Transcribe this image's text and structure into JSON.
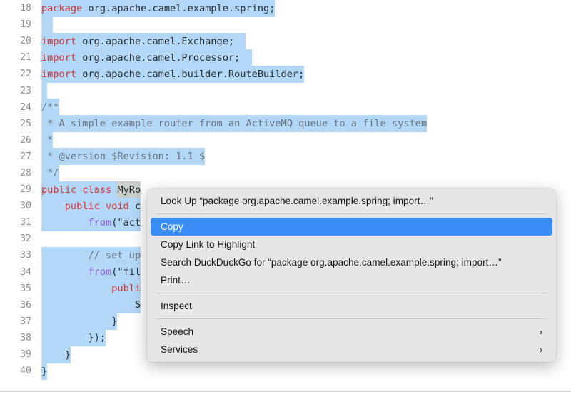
{
  "editor": {
    "first_line_number": 18,
    "selection_color": "#b3d7f7",
    "keyword_color": "#d13434",
    "method_color": "#8855dd",
    "comment_color": "#6a737d",
    "lines": [
      {
        "num": "18",
        "tokens": [
          {
            "t": "package",
            "c": "k",
            "sel": true
          },
          {
            "t": " org.apache.camel.example.spring;",
            "c": "p",
            "sel": true
          }
        ]
      },
      {
        "num": "19",
        "tokens": [
          {
            "t": "  ",
            "c": "p",
            "sel": true
          }
        ]
      },
      {
        "num": "20",
        "tokens": [
          {
            "t": "import",
            "c": "k",
            "sel": true
          },
          {
            "t": " org.apache.camel.Exchange;  ",
            "c": "p",
            "sel": true
          }
        ]
      },
      {
        "num": "21",
        "tokens": [
          {
            "t": "import",
            "c": "k",
            "sel": true
          },
          {
            "t": " org.apache.camel.Processor;  ",
            "c": "p",
            "sel": true
          }
        ]
      },
      {
        "num": "22",
        "tokens": [
          {
            "t": "import",
            "c": "k",
            "sel": true
          },
          {
            "t": " org.apache.camel.builder.RouteBuilder;",
            "c": "p",
            "sel": true
          }
        ]
      },
      {
        "num": "23",
        "tokens": [
          {
            "t": " ",
            "c": "p",
            "sel": true
          }
        ]
      },
      {
        "num": "24",
        "tokens": [
          {
            "t": "/**",
            "c": "c",
            "sel": true
          }
        ]
      },
      {
        "num": "25",
        "tokens": [
          {
            "t": " * A simple example router from an ActiveMQ queue to a file system",
            "c": "c",
            "sel": true
          }
        ]
      },
      {
        "num": "26",
        "tokens": [
          {
            "t": " *",
            "c": "c",
            "sel": true
          }
        ]
      },
      {
        "num": "27",
        "tokens": [
          {
            "t": " * @version $Revision: 1.1 $",
            "c": "c",
            "sel": true
          }
        ]
      },
      {
        "num": "28",
        "tokens": [
          {
            "t": " */",
            "c": "c",
            "sel": true
          }
        ]
      },
      {
        "num": "29",
        "tokens": [
          {
            "t": "public class ",
            "c": "k",
            "sel": true
          },
          {
            "t": "MyRo",
            "c": "p",
            "sel": true,
            "hl": true
          }
        ]
      },
      {
        "num": "30",
        "tokens": [
          {
            "t": "    ",
            "c": "p",
            "sel": true
          },
          {
            "t": "public void ",
            "c": "k",
            "sel": true
          },
          {
            "t": "c",
            "c": "p",
            "sel": true
          }
        ]
      },
      {
        "num": "31",
        "tokens": [
          {
            "t": "        ",
            "c": "p",
            "sel": true
          },
          {
            "t": "from",
            "c": "m",
            "sel": true
          },
          {
            "t": "(\"act",
            "c": "p",
            "sel": true
          }
        ]
      },
      {
        "num": "32",
        "tokens": [
          {
            "t": "                                           ",
            "c": "p",
            "sel": false
          }
        ]
      },
      {
        "num": "33",
        "tokens": [
          {
            "t": "        ",
            "c": "p",
            "sel": true
          },
          {
            "t": "// set up",
            "c": "c",
            "sel": true
          }
        ]
      },
      {
        "num": "34",
        "tokens": [
          {
            "t": "        ",
            "c": "p",
            "sel": true
          },
          {
            "t": "from",
            "c": "m",
            "sel": true
          },
          {
            "t": "(\"fil",
            "c": "p",
            "sel": true
          }
        ]
      },
      {
        "num": "35",
        "tokens": [
          {
            "t": "            ",
            "c": "p",
            "sel": true
          },
          {
            "t": "publi",
            "c": "k",
            "sel": true
          }
        ]
      },
      {
        "num": "36",
        "tokens": [
          {
            "t": "                S",
            "c": "p",
            "sel": true
          }
        ]
      },
      {
        "num": "37",
        "tokens": [
          {
            "t": "            }",
            "c": "p",
            "sel": true
          }
        ]
      },
      {
        "num": "38",
        "tokens": [
          {
            "t": "        });",
            "c": "p",
            "sel": true
          }
        ]
      },
      {
        "num": "39",
        "tokens": [
          {
            "t": "    }",
            "c": "p",
            "sel": true
          }
        ]
      },
      {
        "num": "40",
        "tokens": [
          {
            "t": "}",
            "c": "p",
            "sel": true
          }
        ]
      }
    ]
  },
  "context_menu": {
    "highlight_color": "#3b8cf5",
    "background_color": "#e6e6e6",
    "groups": [
      {
        "items": [
          {
            "label": "Look Up “package org.apache.camel.example.spring;  import…”",
            "selected": false,
            "submenu": false,
            "name": "look-up"
          }
        ]
      },
      {
        "items": [
          {
            "label": "Copy",
            "selected": true,
            "submenu": false,
            "name": "copy"
          },
          {
            "label": "Copy Link to Highlight",
            "selected": false,
            "submenu": false,
            "name": "copy-link-to-highlight"
          },
          {
            "label": "Search DuckDuckGo for “package org.apache.camel.example.spring;  import…”",
            "selected": false,
            "submenu": false,
            "name": "search-duckduckgo"
          },
          {
            "label": "Print…",
            "selected": false,
            "submenu": false,
            "name": "print"
          }
        ]
      },
      {
        "items": [
          {
            "label": "Inspect",
            "selected": false,
            "submenu": false,
            "name": "inspect"
          }
        ]
      },
      {
        "items": [
          {
            "label": "Speech",
            "selected": false,
            "submenu": true,
            "name": "speech"
          },
          {
            "label": "Services",
            "selected": false,
            "submenu": true,
            "name": "services"
          }
        ]
      }
    ],
    "submenu_glyph": "›"
  }
}
